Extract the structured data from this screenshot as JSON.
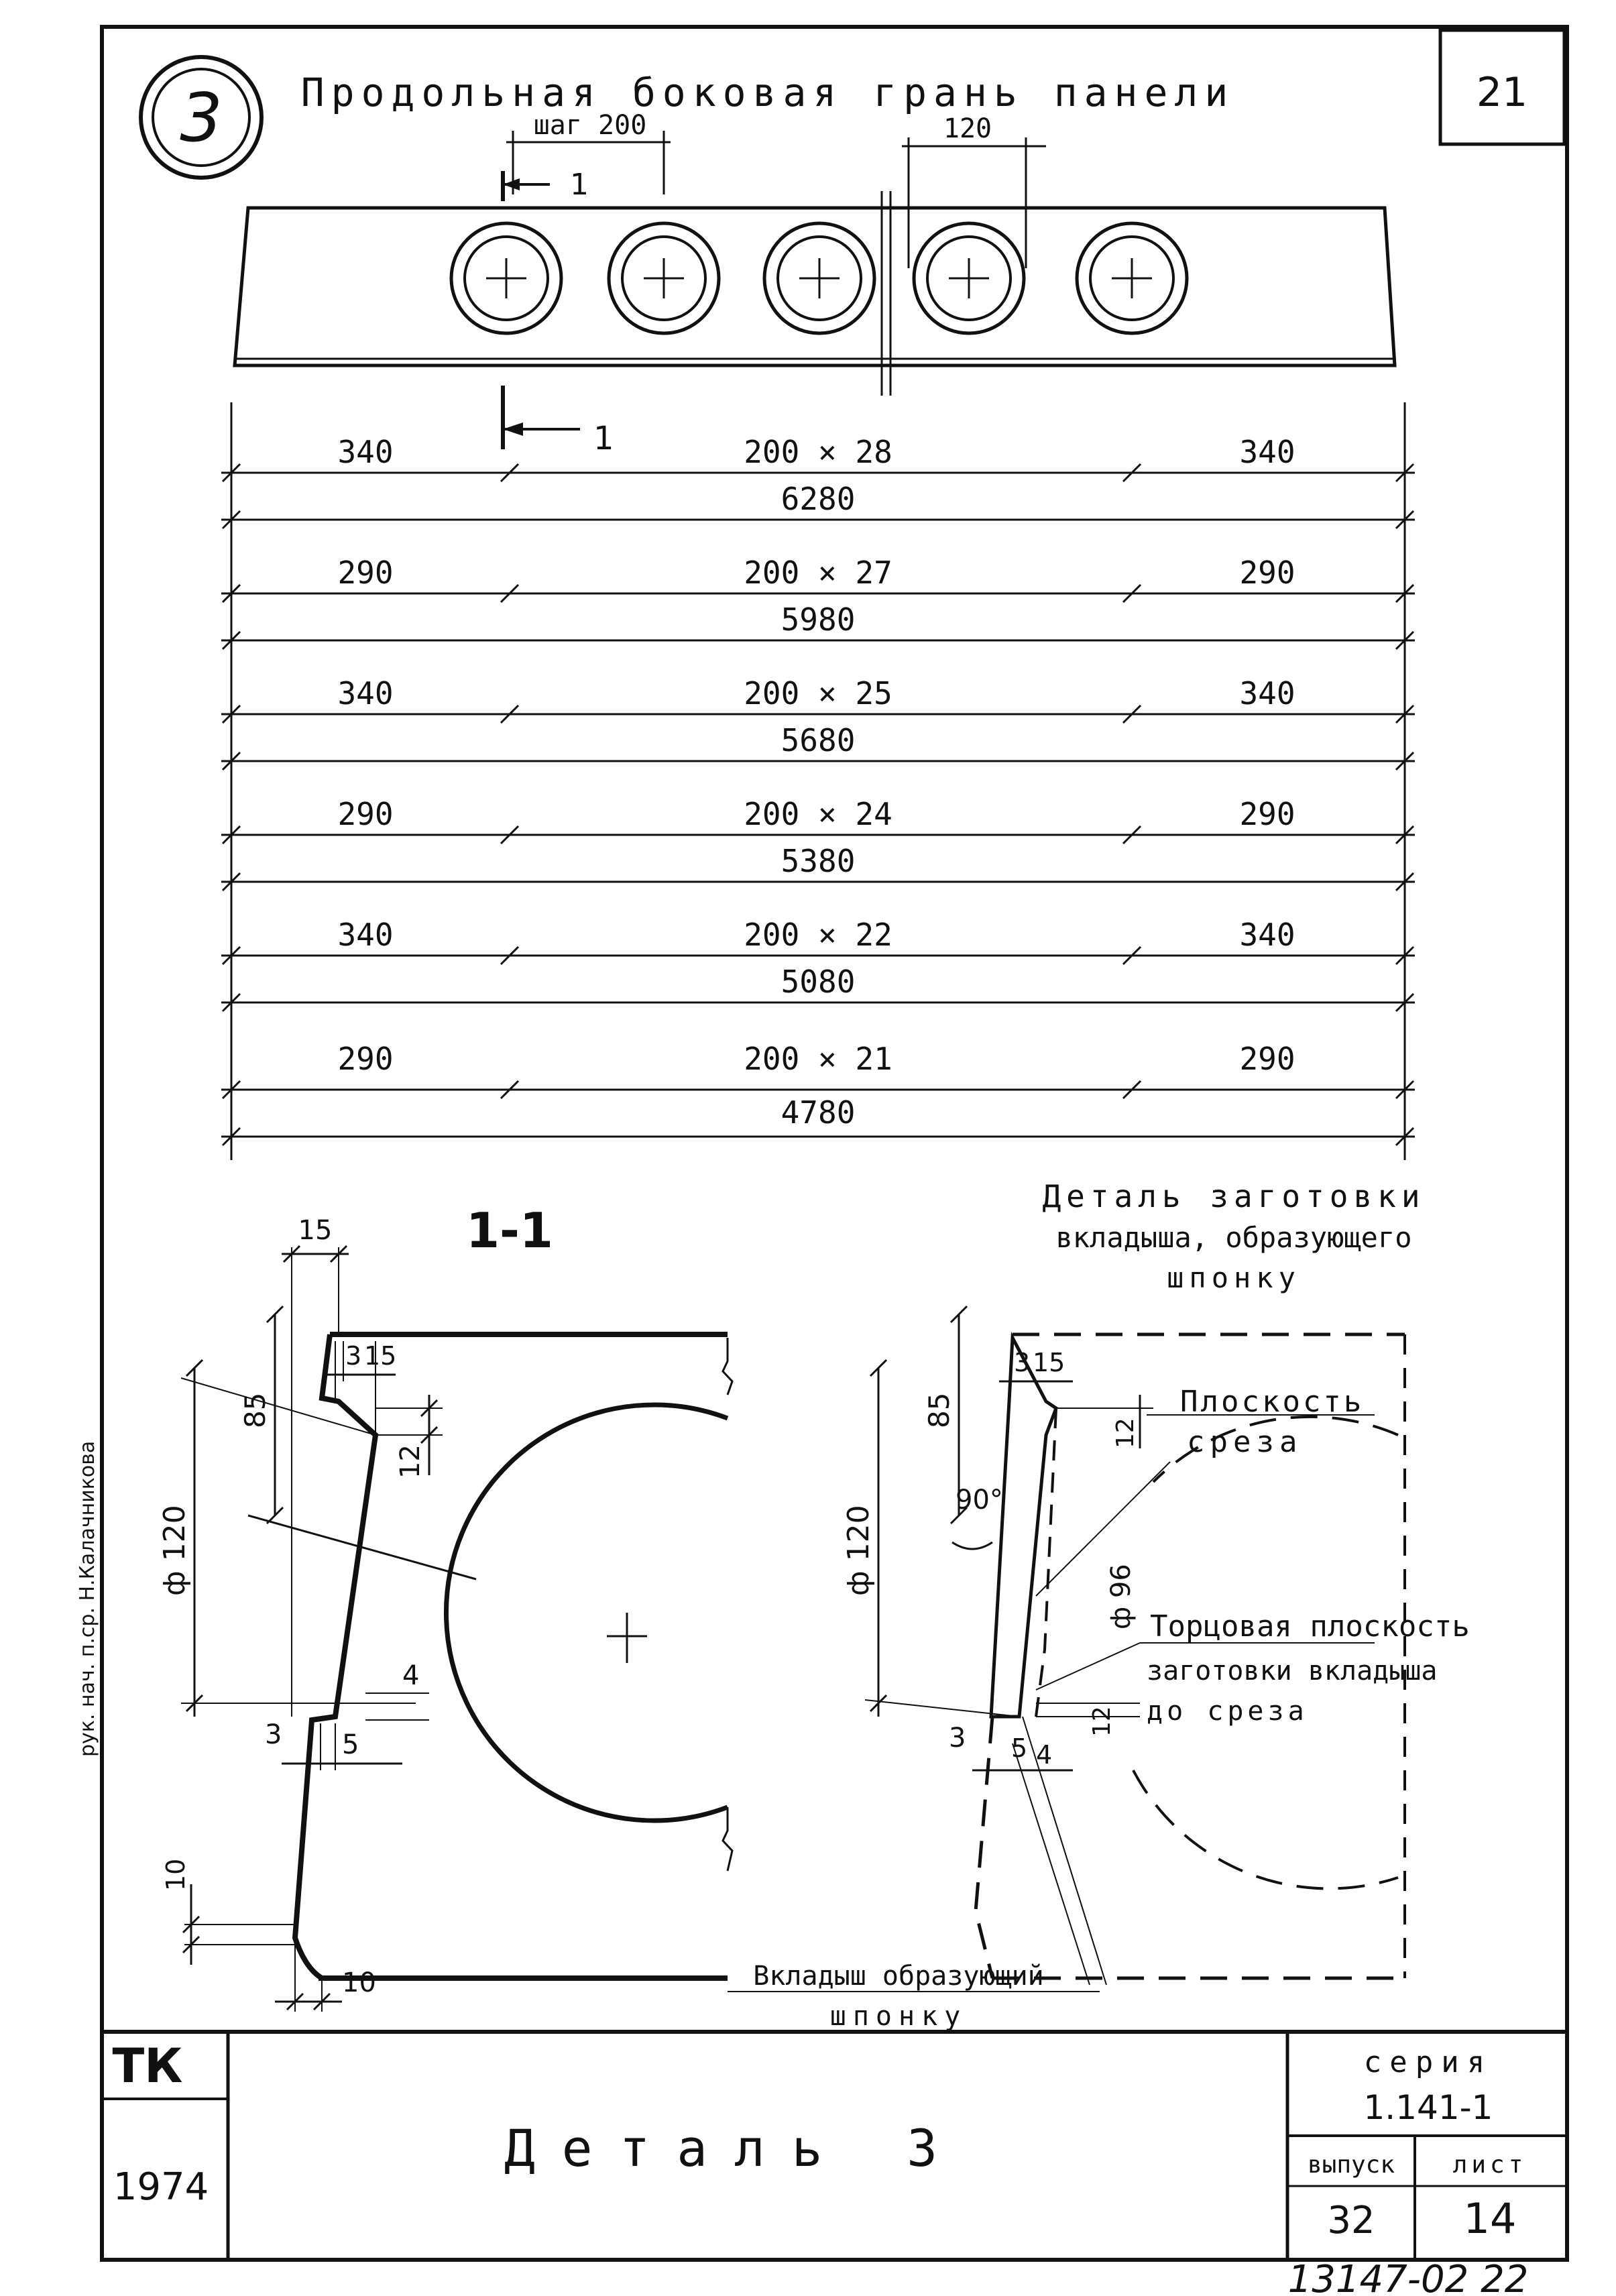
{
  "sheet": {
    "detail_number": "3",
    "top_title": "Продольная боковая грань панели",
    "sheet_number": "21",
    "pitch_label": "шаг 200",
    "hole_label": "120",
    "section_mark": "1",
    "section_title": "1-1",
    "detail_title": [
      "Деталь заготовки",
      "вкладыша, образующего",
      "шпонку"
    ],
    "signature": "рук. нач. п.ср. Н.Калачникова",
    "bottom_number": "13147-02 22"
  },
  "panel_rows": [
    {
      "left": "340",
      "mid": "200 × 28",
      "right": "340",
      "total": "6280"
    },
    {
      "left": "290",
      "mid": "200 × 27",
      "right": "290",
      "total": "5980"
    },
    {
      "left": "340",
      "mid": "200 × 25",
      "right": "340",
      "total": "5680"
    },
    {
      "left": "290",
      "mid": "200 × 24",
      "right": "290",
      "total": "5380"
    },
    {
      "left": "340",
      "mid": "200 × 22",
      "right": "340",
      "total": "5080"
    },
    {
      "left": "290",
      "mid": "200 × 21",
      "right": "290",
      "total": "4780"
    }
  ],
  "section_dims": {
    "d15": "15",
    "d3a": "3",
    "d15b": "15",
    "d85": "85",
    "d12": "12",
    "d120": "ф 120",
    "d4": "4",
    "d3b": "3",
    "d5": "5",
    "d10a": "10",
    "d10b": "10"
  },
  "detail_dims": {
    "d3": "3",
    "d15": "15",
    "d85": "85",
    "d12a": "12",
    "d90": "90°",
    "d120": "ф 120",
    "d96": "ф 96",
    "d12b": "12",
    "d3b": "3",
    "d5": "5",
    "d4": "4"
  },
  "callouts": {
    "cut_plane": [
      "Плоскость",
      "среза"
    ],
    "end_plane": [
      "Торцовая плоскость",
      "заготовки вкладыша",
      "до среза"
    ],
    "insert": [
      "Вкладыш образующий",
      "шпонку"
    ]
  },
  "title_block": {
    "org": "ТК",
    "year": "1974",
    "title": "Деталь 3",
    "series_label": "серия",
    "series": "1.141-1",
    "issue_label": "выпуск",
    "issue": "32",
    "sheet_label": "лист",
    "sheet": "14"
  }
}
